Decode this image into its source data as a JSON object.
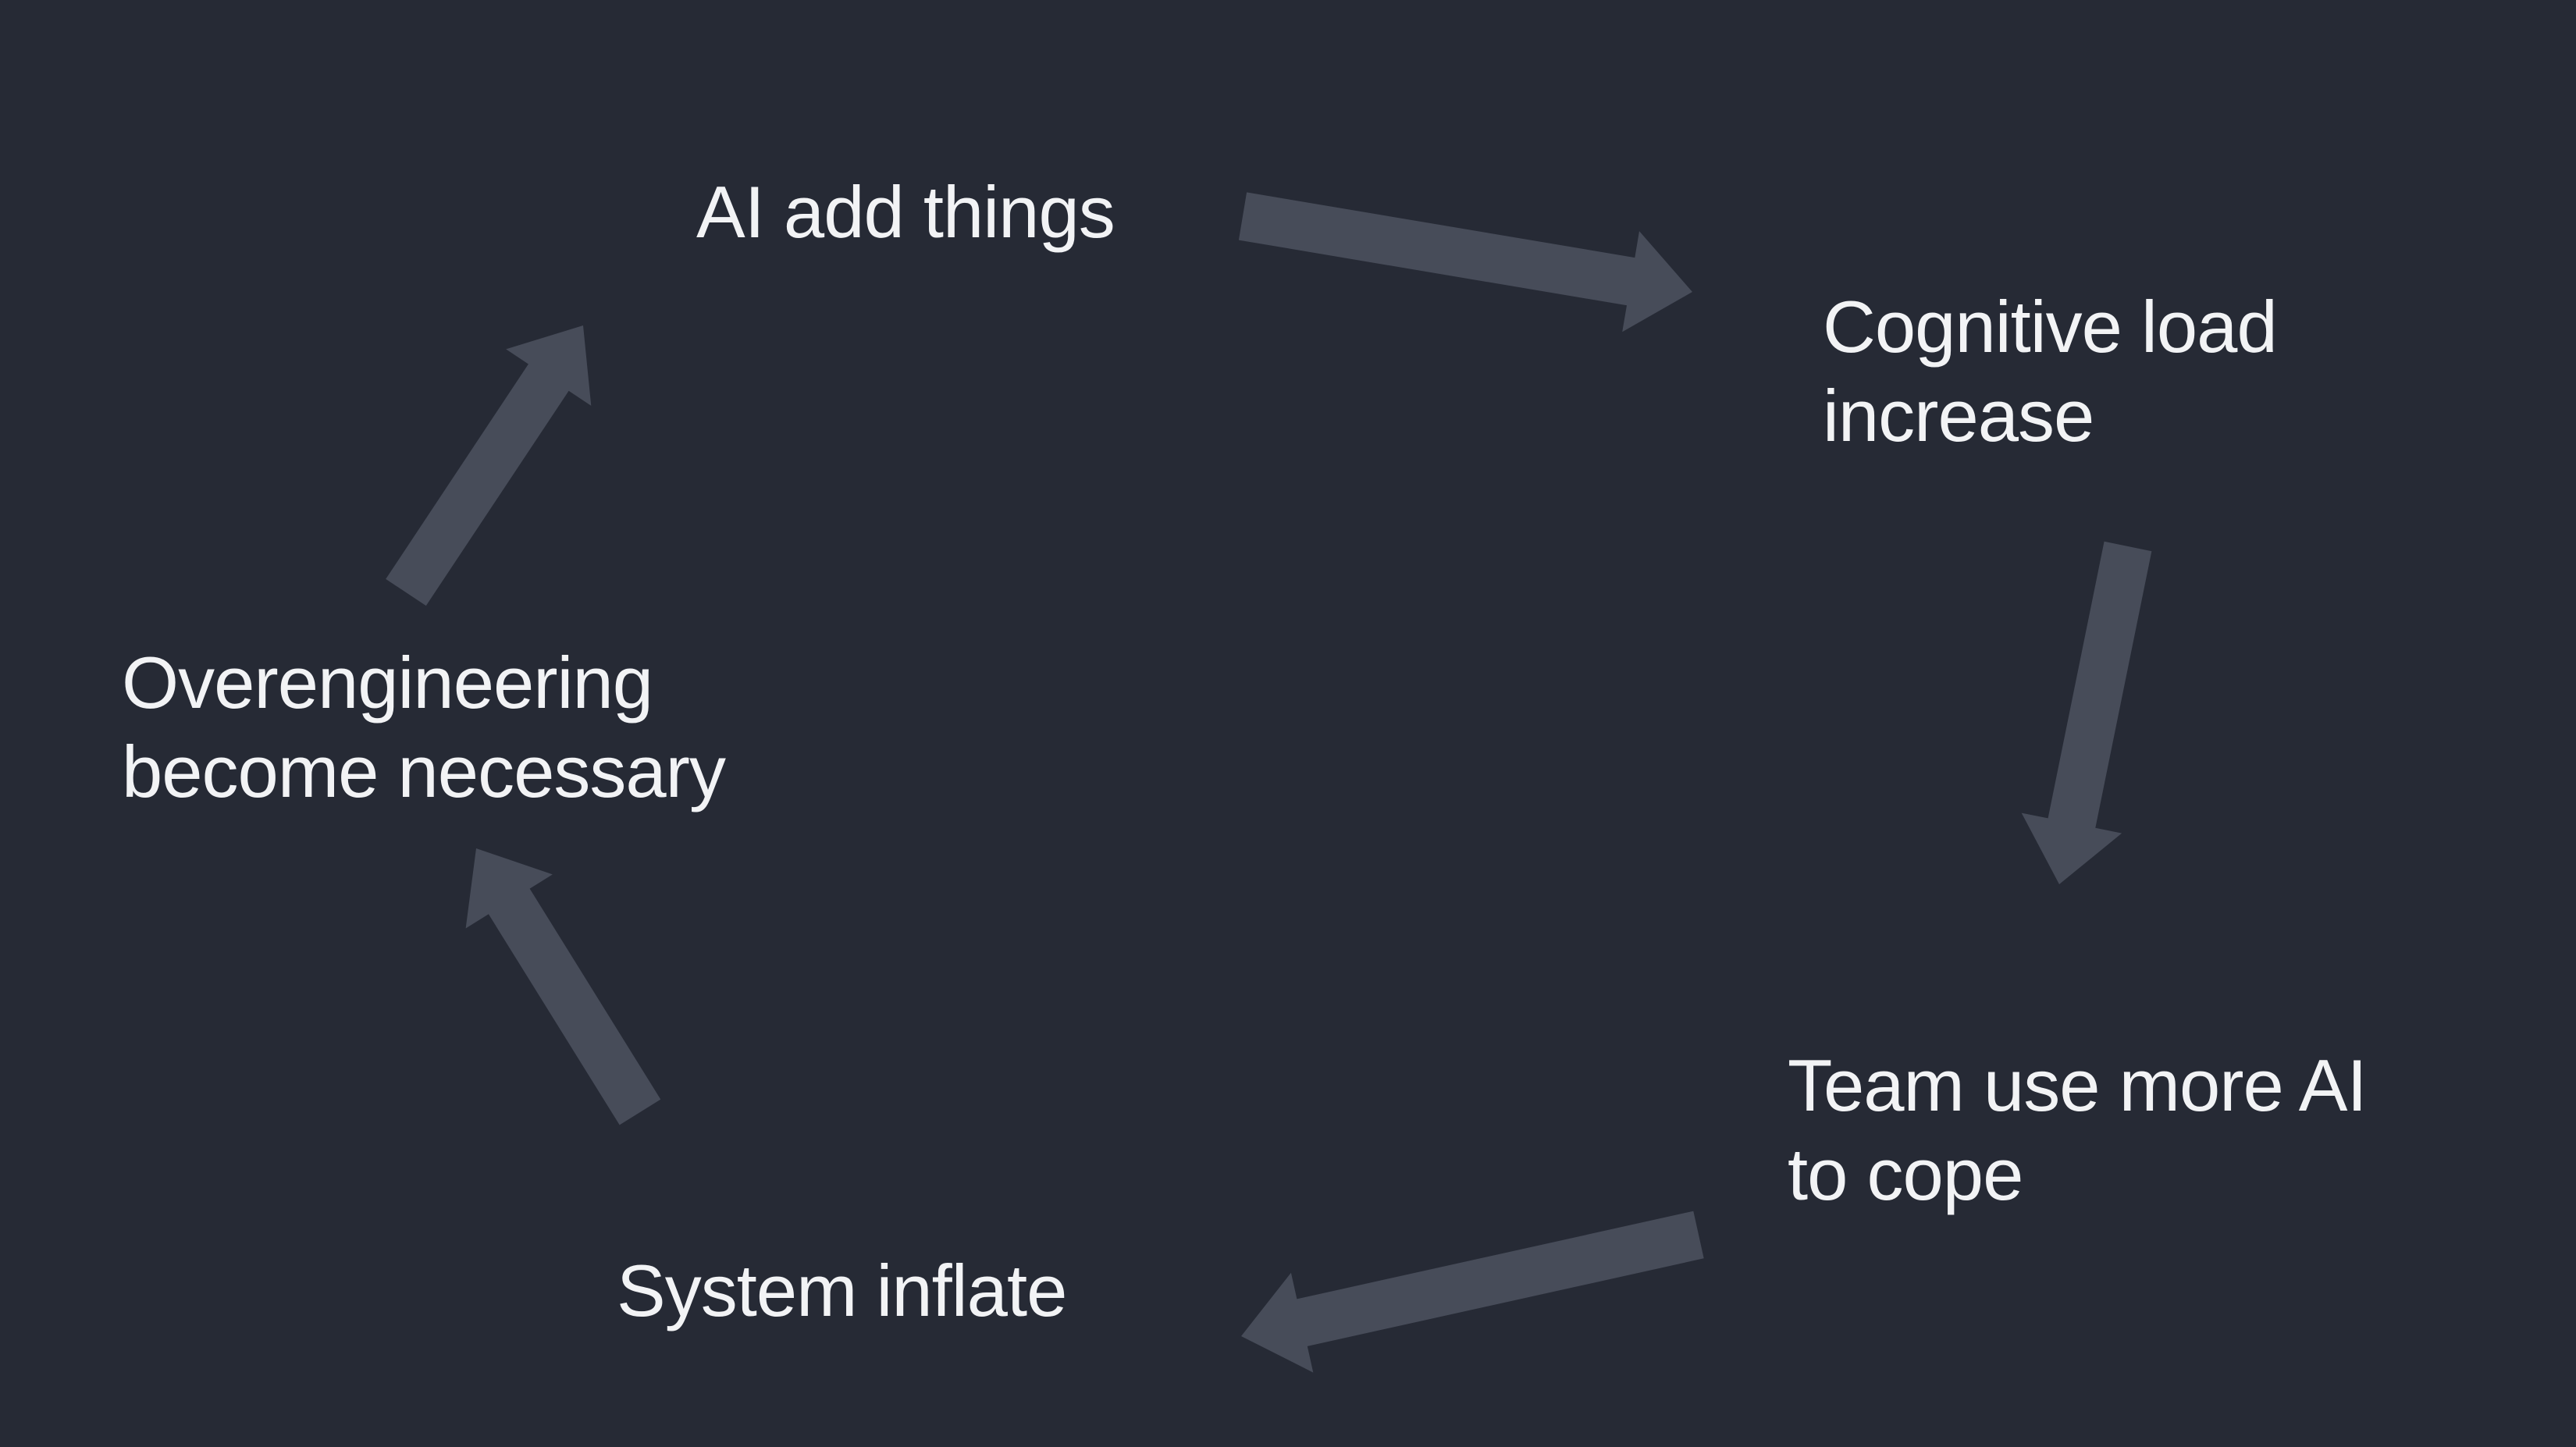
{
  "colors": {
    "background": "#262A35",
    "arrow_fill": "#474C59",
    "label_text": "#F2F3F5"
  },
  "diagram": {
    "type": "cycle-diagram",
    "nodes": [
      {
        "id": "ai-add-things",
        "text": "AI add things"
      },
      {
        "id": "cognitive-load-increase",
        "text": "Cognitive load\nincrease"
      },
      {
        "id": "team-use-more-ai-to-cope",
        "text": "Team use more AI\nto cope"
      },
      {
        "id": "system-inflate",
        "text": "System inflate"
      },
      {
        "id": "overengineering-become-necessary",
        "text": "Overengineering\nbecome necessary"
      }
    ],
    "arrows": [
      {
        "id": "arrow-ai-add-things-to-cognitive-load-increase",
        "from": "ai-add-things",
        "to": "cognitive-load-increase"
      },
      {
        "id": "arrow-cognitive-load-increase-to-team-use-more-ai-to-cope",
        "from": "cognitive-load-increase",
        "to": "team-use-more-ai-to-cope"
      },
      {
        "id": "arrow-team-use-more-ai-to-cope-to-system-inflate",
        "from": "team-use-more-ai-to-cope",
        "to": "system-inflate"
      },
      {
        "id": "arrow-system-inflate-to-overengineering-become-necessary",
        "from": "system-inflate",
        "to": "overengineering-become-necessary"
      },
      {
        "id": "arrow-overengineering-become-necessary-to-ai-add-things",
        "from": "overengineering-become-necessary",
        "to": "ai-add-things"
      }
    ]
  }
}
